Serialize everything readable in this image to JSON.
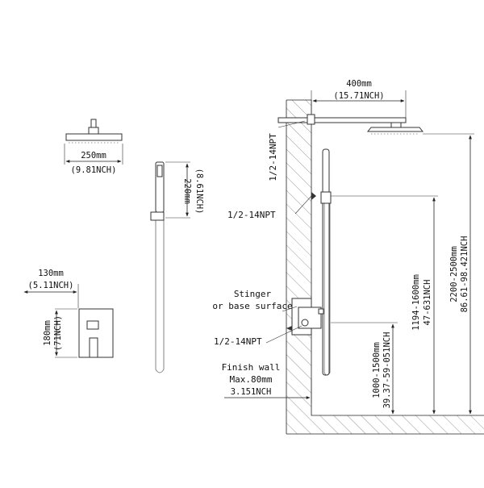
{
  "labels": {
    "rain_head_mm": "250mm",
    "rain_head_inch": "(9.81NCH)",
    "hand_shower_mm": "220mm",
    "hand_shower_inch": "(8.61NCH)",
    "valve_width_mm": "130mm",
    "valve_width_inch": "(5.11NCH)",
    "valve_height_mm": "180mm",
    "valve_height_inch": "(71NCH)",
    "arm_mm": "400mm",
    "arm_inch": "(15.71NCH)",
    "npt_top": "1/2-14NPT",
    "npt_middle": "1/2-14NPT",
    "npt_bottom": "1/2-14NPT",
    "stinger_line1": "Stinger",
    "stinger_line2": "or base surface",
    "finish_wall": "Finish wall",
    "max_mm": "Max.80mm",
    "max_inch": "3.151NCH",
    "valve_height_range_mm": "1000-1500mm",
    "valve_height_range_inch": "39.37-59-051NCH",
    "holder_height_range_mm": "1194-1600mm",
    "holder_height_range_inch": "47-631NCH",
    "head_height_range_mm": "2200-2500mm",
    "head_height_range_inch": "86.61-98.421NCH"
  }
}
